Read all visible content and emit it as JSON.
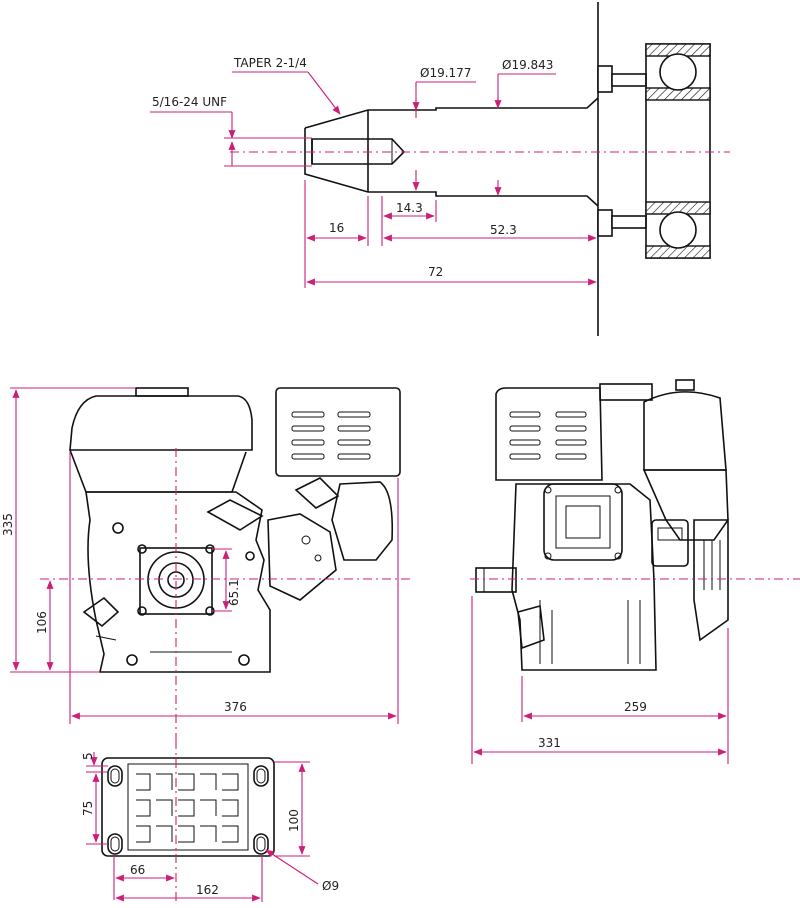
{
  "colors": {
    "line": "#111111",
    "dimension": "#cc1f7a",
    "background": "#ffffff"
  },
  "shaft": {
    "taper": "TAPER 2-1/4",
    "thread": "5/16-24 UNF",
    "dia_small": "Ø19.177",
    "dia_large": "Ø19.843",
    "len_16": "16",
    "len_14_3": "14.3",
    "len_52_3": "52.3",
    "len_72": "72"
  },
  "front_view": {
    "height": "335",
    "shaft_height": "106",
    "bolt_spacing": "65.1",
    "width": "376"
  },
  "side_view": {
    "depth_259": "259",
    "depth_331": "331"
  },
  "base_view": {
    "offset_5": "5",
    "hole_spacing_75": "75",
    "overall_100": "100",
    "offset_66": "66",
    "hole_spacing_162": "162",
    "hole_dia": "Ø9"
  }
}
